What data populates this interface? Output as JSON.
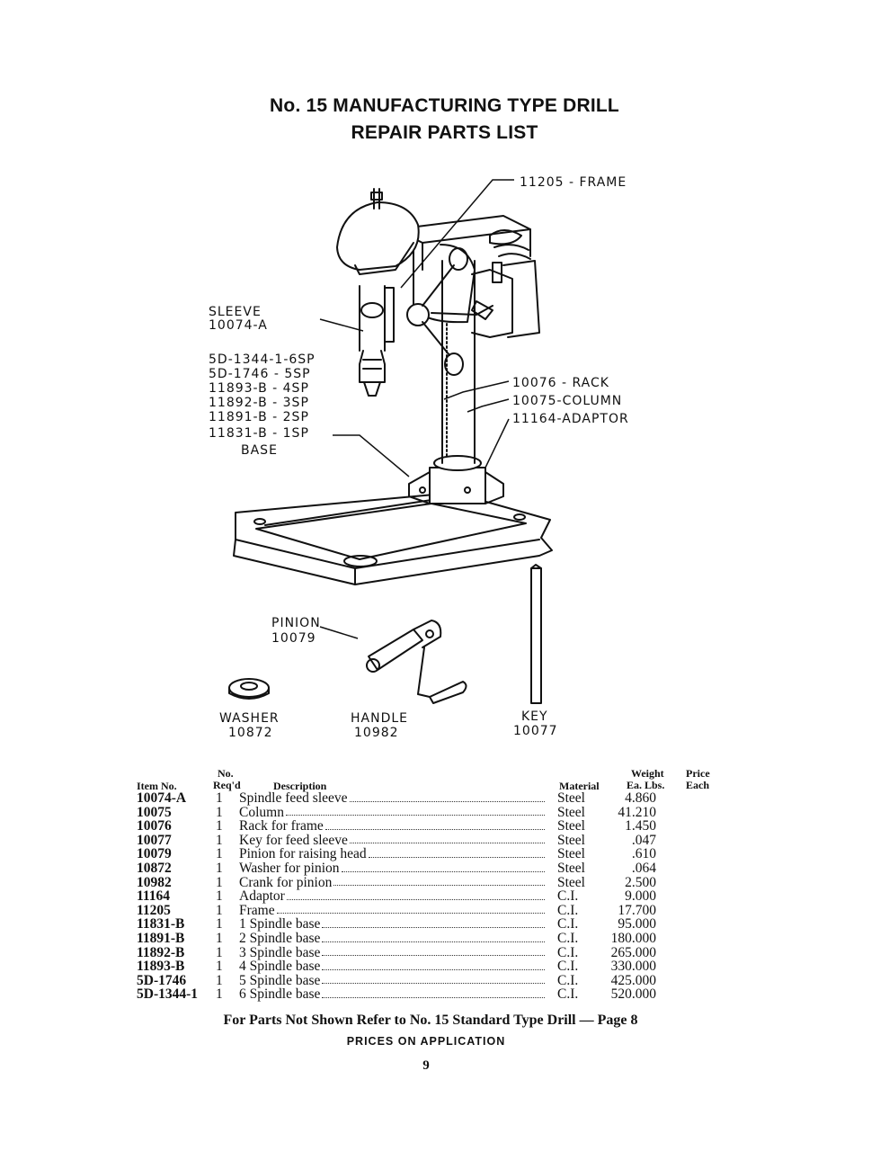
{
  "page": {
    "title_line1": "No. 15 MANUFACTURING TYPE DRILL",
    "title_line2": "REPAIR PARTS LIST",
    "footer_note": "For Parts Not Shown Refer to No. 15 Standard Type Drill — Page 8",
    "prices_note": "PRICES ON APPLICATION",
    "page_number": "9"
  },
  "diagram_labels": {
    "frame": "11205 - FRAME",
    "sleeve_name": "SLEEVE",
    "sleeve_no": "10074-A",
    "base_list": [
      "5D-1344-1-6SP",
      "5D-1746 - 5SP",
      "11893-B - 4SP",
      "11892-B - 3SP",
      "11891-B - 2SP",
      "11831-B - 1SP"
    ],
    "base_name": "BASE",
    "rack": "10076 - RACK",
    "column": "10075-COLUMN",
    "adaptor": "11164-ADAPTOR",
    "pinion_name": "PINION",
    "pinion_no": "10079",
    "washer_name": "WASHER",
    "washer_no": "10872",
    "handle_name": "HANDLE",
    "handle_no": "10982",
    "key_name": "KEY",
    "key_no": "10077"
  },
  "table": {
    "headers": {
      "item_no": "Item No.",
      "no": "No.",
      "reqd": "Req'd",
      "description": "Description",
      "material": "Material",
      "weight": "Weight",
      "weight_unit": "Ea. Lbs.",
      "price": "Price",
      "price_unit": "Each"
    },
    "rows": [
      {
        "item": "10074-A",
        "req": "1",
        "desc": "Spindle feed sleeve",
        "material": "Steel",
        "weight": "4.860"
      },
      {
        "item": "10075",
        "req": "1",
        "desc": "Column",
        "material": "Steel",
        "weight": "41.210"
      },
      {
        "item": "10076",
        "req": "1",
        "desc": "Rack for frame",
        "material": "Steel",
        "weight": "1.450"
      },
      {
        "item": "10077",
        "req": "1",
        "desc": "Key for feed sleeve",
        "material": "Steel",
        "weight": ".047"
      },
      {
        "item": "10079",
        "req": "1",
        "desc": "Pinion for raising head",
        "material": "Steel",
        "weight": ".610"
      },
      {
        "item": "10872",
        "req": "1",
        "desc": "Washer for pinion",
        "material": "Steel",
        "weight": ".064"
      },
      {
        "item": "10982",
        "req": "1",
        "desc": "Crank for pinion",
        "material": "Steel",
        "weight": "2.500"
      },
      {
        "item": "11164",
        "req": "1",
        "desc": "Adaptor",
        "material": "C.I.",
        "weight": "9.000"
      },
      {
        "item": "11205",
        "req": "1",
        "desc": "Frame",
        "material": "C.I.",
        "weight": "17.700"
      },
      {
        "item": "11831-B",
        "req": "1",
        "desc": "1 Spindle base",
        "material": "C.I.",
        "weight": "95.000"
      },
      {
        "item": "11891-B",
        "req": "1",
        "desc": "2 Spindle base",
        "material": "C.I.",
        "weight": "180.000"
      },
      {
        "item": "11892-B",
        "req": "1",
        "desc": "3 Spindle base",
        "material": "C.I.",
        "weight": "265.000"
      },
      {
        "item": "11893-B",
        "req": "1",
        "desc": "4 Spindle base",
        "material": "C.I.",
        "weight": "330.000"
      },
      {
        "item": "5D-1746",
        "req": "1",
        "desc": "5 Spindle base",
        "material": "C.I.",
        "weight": "425.000"
      },
      {
        "item": "5D-1344-1",
        "req": "1",
        "desc": "6 Spindle base",
        "material": "C.I.",
        "weight": "520.000"
      }
    ]
  }
}
